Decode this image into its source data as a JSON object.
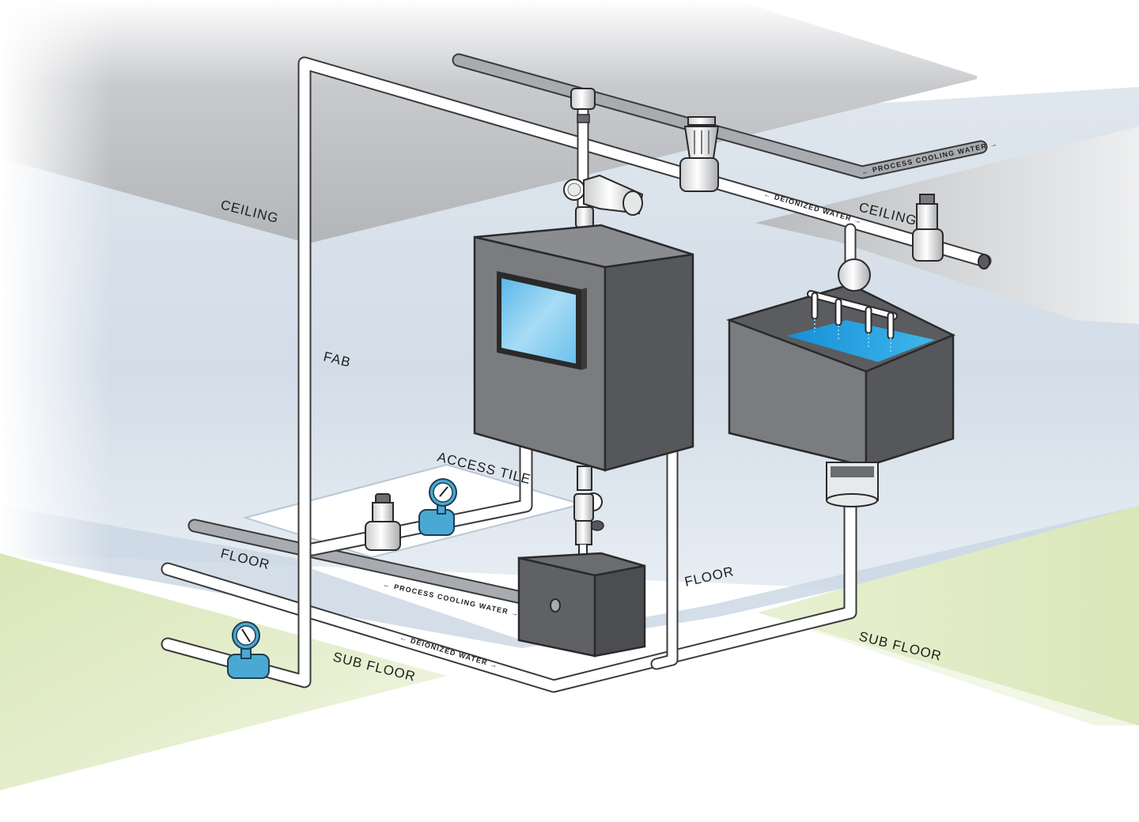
{
  "labels": {
    "ceiling_left": "CEILING",
    "ceiling_right": "CEILING",
    "fab": "FAB",
    "access_tile": "ACCESS TILE",
    "floor_left": "FLOOR",
    "floor_right": "FLOOR",
    "sub_floor_left": "SUB FLOOR",
    "sub_floor_right": "SUB FLOOR"
  },
  "pipe_labels": {
    "pcw_top": "← PROCESS COOLING WATER →",
    "di_top": "← DEIONIZED WATER →",
    "pcw_bottom": "← PROCESS COOLING WATER →",
    "di_bottom": "← DEIONIZED WATER →"
  },
  "colors": {
    "ceiling": "#b9bbbe",
    "floor_glass": "#d6e0ea",
    "sub_floor": "#e2edc9",
    "cabinet_front": "#7a7c80",
    "cabinet_side": "#55575a",
    "cabinet_top": "#8a8c90",
    "screen": "#7cc8ee",
    "water": "#1e9ee0",
    "gauge_blue": "#4aa9d4",
    "pcw_pipe": "#a8abaf",
    "di_pipe": "#ffffff",
    "pipe_outline": "#3a3a3a"
  },
  "icons": {
    "valve": "valve-icon",
    "pressure_gauge": "pressure-gauge-icon",
    "regulator": "pressure-regulator-icon"
  }
}
